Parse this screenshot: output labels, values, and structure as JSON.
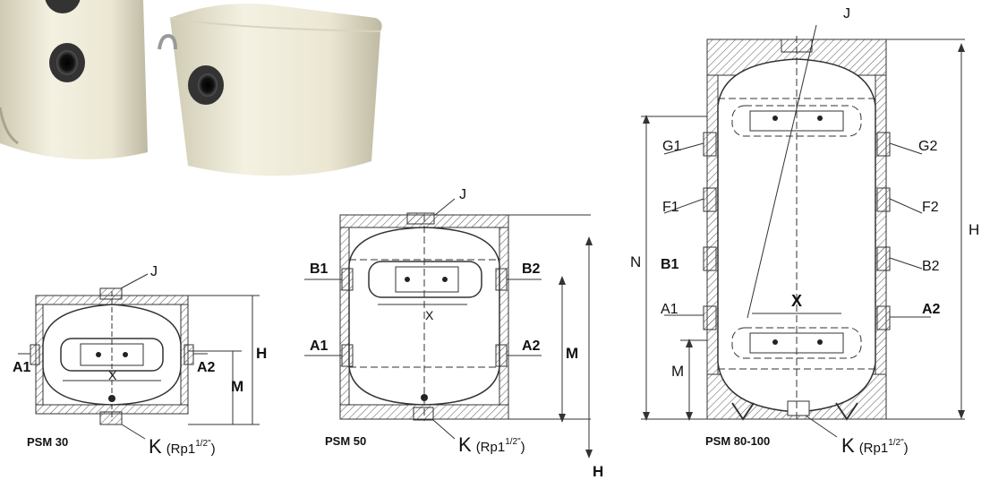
{
  "photo": {
    "description_icon": "tank-photo"
  },
  "tanks": [
    {
      "model": "PSM 30",
      "labels": {
        "j": "J",
        "h": "H",
        "m": "M",
        "x": "X",
        "left1": "A1",
        "right1": "A2"
      },
      "k_label": {
        "main": "K",
        "open": "(Rp1",
        "sup": "1/2\"",
        "close": ")"
      }
    },
    {
      "model": "PSM 50",
      "labels": {
        "j": "J",
        "h": "H",
        "m": "M",
        "x": "X",
        "left1": "B1",
        "right1": "B2",
        "left2": "A1",
        "right2": "A2"
      },
      "k_label": {
        "main": "K",
        "open": "(Rp1",
        "sup": "1/2\"",
        "close": ")"
      }
    },
    {
      "model": "PSM 80-100",
      "labels": {
        "j": "J",
        "h": "H",
        "n": "N",
        "m": "M",
        "x": "X",
        "g1": "G1",
        "g2": "G2",
        "f1": "F1",
        "f2": "F2",
        "b1": "B1",
        "b2": "B2",
        "a1": "A1",
        "a2": "A2"
      },
      "k_label": {
        "main": "K",
        "open": "(Rp1",
        "sup": "1/2\"",
        "close": ")"
      }
    }
  ]
}
